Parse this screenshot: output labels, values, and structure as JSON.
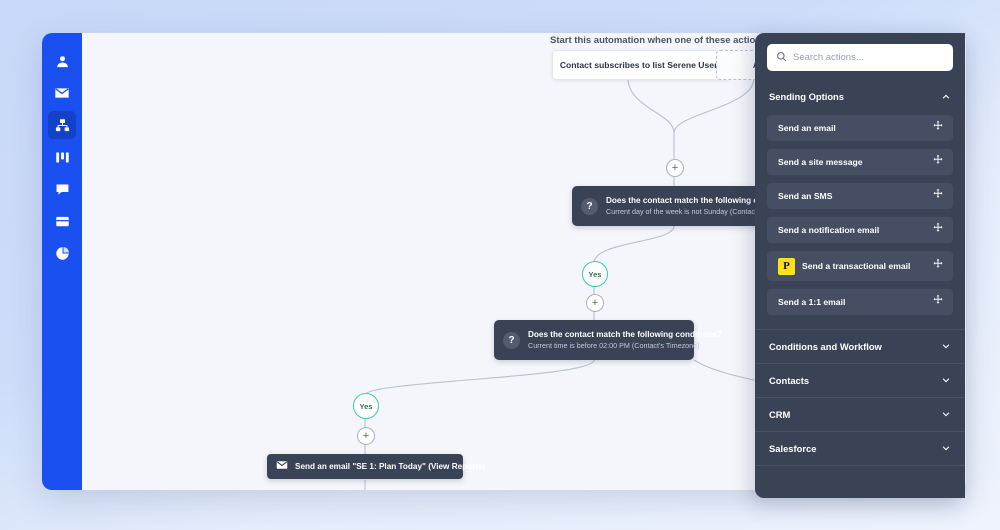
{
  "sidebar": {
    "items": [
      {
        "name": "contacts",
        "icon": "person-icon",
        "active": false
      },
      {
        "name": "campaigns",
        "icon": "envelope-icon",
        "active": false
      },
      {
        "name": "automations",
        "icon": "sitemap-icon",
        "active": true
      },
      {
        "name": "deals",
        "icon": "columns-icon",
        "active": false
      },
      {
        "name": "conversations",
        "icon": "chat-icon",
        "active": false
      },
      {
        "name": "pages",
        "icon": "card-icon",
        "active": false
      },
      {
        "name": "reports",
        "icon": "pie-chart-icon",
        "active": false
      }
    ]
  },
  "canvas": {
    "trigger_heading": "Start this automation when one of these actions takes place",
    "triggers": [
      {
        "label": "Contact subscribes to list Serene Users",
        "style": "solid"
      },
      {
        "label": "Add a new trigger",
        "style": "dashed"
      }
    ],
    "conditions": [
      {
        "title": "Does the contact match the following conditions?",
        "subtitle": "Current day of the week is not Sunday (Contact's Timezone)",
        "icon": "question-icon"
      },
      {
        "title": "Does the contact match the following conditions?",
        "subtitle": "Current time is before 02:00 PM (Contact's Timezone)",
        "icon": "question-icon"
      }
    ],
    "branch_labels": [
      "Yes",
      "Yes"
    ],
    "actions": [
      {
        "label": "Send an email \"SE 1: Plan Today\" (View Reports)",
        "icon": "envelope-icon"
      }
    ],
    "add_button_label": "+"
  },
  "actions_panel": {
    "search": {
      "placeholder": "Search actions...",
      "value": "",
      "icon": "search-icon"
    },
    "categories": [
      {
        "label": "Sending Options",
        "expanded": true,
        "chevron": "chevron-up-icon",
        "items": [
          {
            "label": "Send an email",
            "badge": null,
            "drag": "drag-handle-icon"
          },
          {
            "label": "Send a site message",
            "badge": null,
            "drag": "drag-handle-icon"
          },
          {
            "label": "Send an SMS",
            "badge": null,
            "drag": "drag-handle-icon"
          },
          {
            "label": "Send a notification email",
            "badge": null,
            "drag": "drag-handle-icon"
          },
          {
            "label": "Send a transactional email",
            "badge": "P",
            "drag": "drag-handle-icon"
          },
          {
            "label": "Send a 1:1 email",
            "badge": null,
            "drag": "drag-handle-icon"
          }
        ]
      },
      {
        "label": "Conditions and Workflow",
        "expanded": false,
        "chevron": "chevron-down-icon",
        "items": []
      },
      {
        "label": "Contacts",
        "expanded": false,
        "chevron": "chevron-down-icon",
        "items": []
      },
      {
        "label": "CRM",
        "expanded": false,
        "chevron": "chevron-down-icon",
        "items": []
      },
      {
        "label": "Salesforce",
        "expanded": false,
        "chevron": "chevron-down-icon",
        "items": []
      }
    ]
  },
  "colors": {
    "rail_blue": "#1a50f0",
    "rail_active": "#1540c8",
    "panel_dark": "#3a4255",
    "item_dark": "#464e63",
    "badge_yellow": "#ffe01b",
    "branch_green": "#3ec9a7",
    "canvas_bg": "#f4f6fb",
    "page_bg": "#ccdbf7"
  }
}
